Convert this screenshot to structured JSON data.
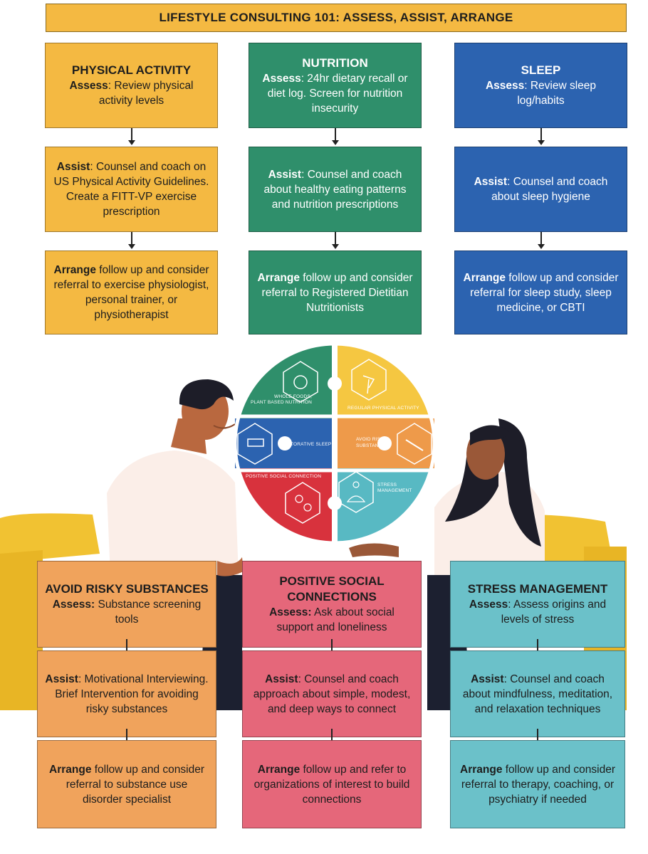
{
  "title": "LIFESTYLE CONSULTING 101: ASSESS, ASSIST, ARRANGE",
  "colors": {
    "physical_activity": "#f4b942",
    "nutrition": "#2f8f6b",
    "sleep": "#2c63b0",
    "avoid_risky": "#f0a35c",
    "positive_social": "#e5677a",
    "stress": "#6bc1c9"
  },
  "physical_activity": {
    "heading": "PHYSICAL ACTIVITY",
    "assess_label": "Assess",
    "assess_text": ": Review physical activity levels",
    "assist_label": "Assist",
    "assist_text": ": Counsel and coach on US Physical Activity Guidelines. Create a FITT-VP exercise prescription",
    "arrange_label": "Arrange",
    "arrange_text": " follow up and consider referral to exercise physiologist, personal trainer, or physiotherapist"
  },
  "nutrition": {
    "heading": "NUTRITION",
    "assess_label": "Assess",
    "assess_text": ": 24hr dietary recall or diet log. Screen for nutrition insecurity",
    "assist_label": "Assist",
    "assist_text": ": Counsel and coach about healthy eating patterns and nutrition prescriptions",
    "arrange_label": "Arrange",
    "arrange_text": " follow up and consider referral to Registered Dietitian Nutritionists"
  },
  "sleep": {
    "heading": "SLEEP",
    "assess_label": "Assess",
    "assess_text": ": Review sleep log/habits",
    "assist_label": "Assist",
    "assist_text": ": Counsel and coach about sleep hygiene",
    "arrange_label": "Arrange",
    "arrange_text": " follow up and consider referral for sleep study, sleep medicine, or CBTI"
  },
  "avoid_risky": {
    "heading": "AVOID RISKY SUBSTANCES",
    "assess_label": "Assess:",
    "assess_text": " Substance screening tools",
    "assist_label": "Assist",
    "assist_text": ": Motivational Interviewing. Brief Intervention for avoiding risky substances",
    "arrange_label": "Arrange",
    "arrange_text": " follow up and consider referral to substance use disorder specialist"
  },
  "positive_social": {
    "heading": "POSITIVE SOCIAL CONNECTIONS",
    "assess_label": "Assess:",
    "assess_text": " Ask about social support and loneliness",
    "assist_label": "Assist",
    "assist_text": ": Counsel and coach approach about simple, modest, and deep ways to connect",
    "arrange_label": "Arrange",
    "arrange_text": " follow up and refer to organizations of interest to build connections"
  },
  "stress": {
    "heading": "STRESS MANAGEMENT",
    "assess_label": "Assess",
    "assess_text": ": Assess origins and levels of stress",
    "assist_label": "Assist",
    "assist_text": ": Counsel and coach about mindfulness, meditation, and relaxation techniques",
    "arrange_label": "Arrange",
    "arrange_text": " follow up and consider referral to therapy, coaching, or psychiatry if needed"
  },
  "wheel": {
    "whole_foods_line1": "WHOLE FOODS,",
    "whole_foods_line2": "PLANT BASED NUTRITION",
    "physical": "REGULAR PHYSICAL ACTIVITY",
    "sleep": "RESTORATIVE SLEEP",
    "risky_line1": "AVOID RISKY",
    "risky_line2": "SUBSTANCES",
    "social": "POSITIVE SOCIAL CONNECTION",
    "stress_line1": "STRESS",
    "stress_line2": "MANAGEMENT"
  }
}
